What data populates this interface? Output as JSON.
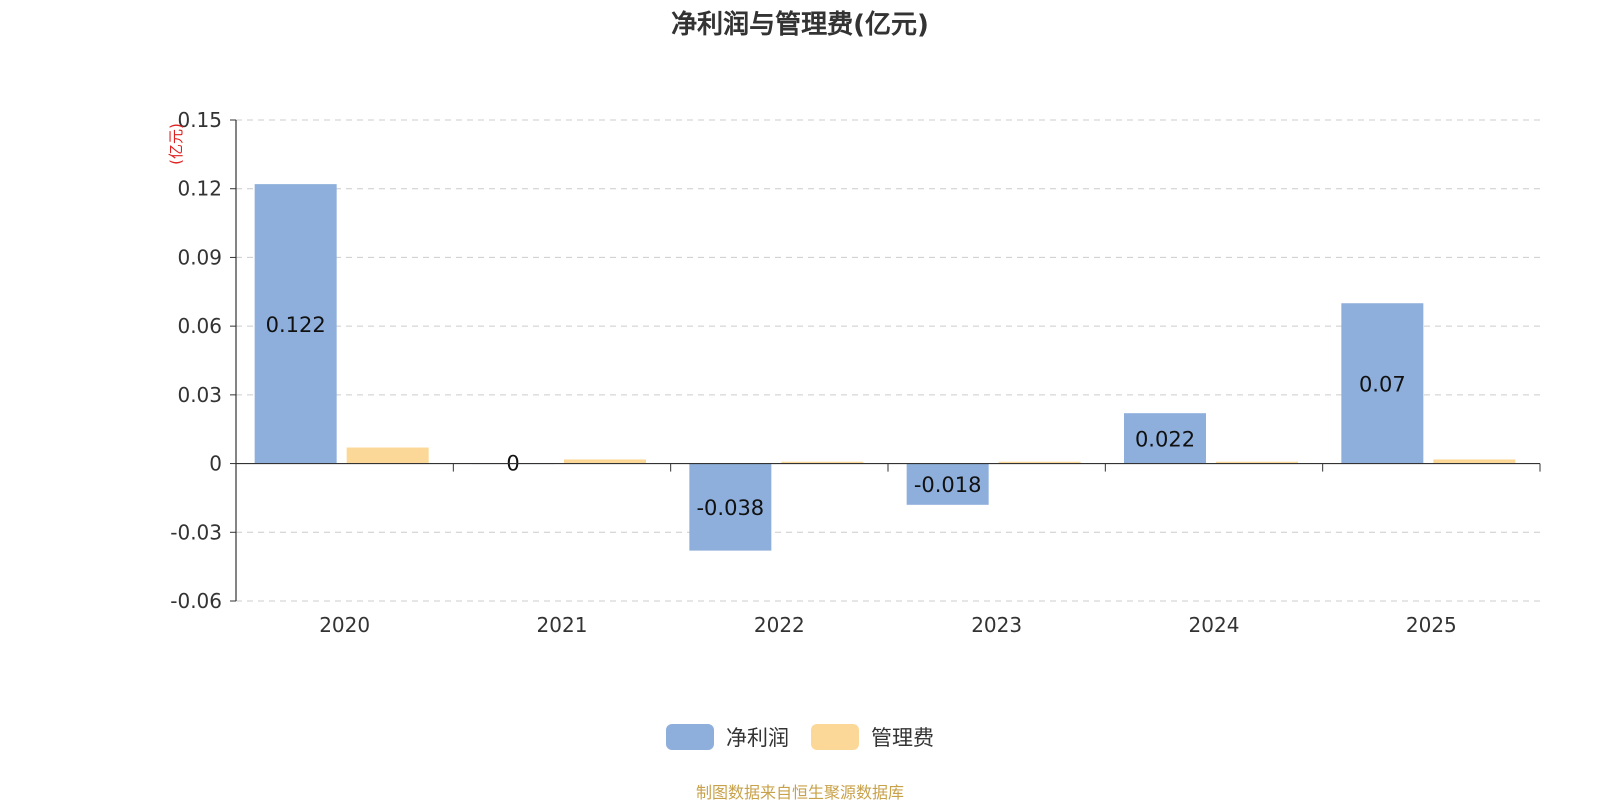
{
  "chart_data": {
    "type": "bar",
    "title": "净利润与管理费(亿元)",
    "unit_label": "(亿元)",
    "categories": [
      "2020",
      "2021",
      "2022",
      "2023",
      "2024",
      "2025"
    ],
    "series": [
      {
        "name": "净利润",
        "color": "#8eafdc",
        "values": [
          0.122,
          0,
          -0.038,
          -0.018,
          0.022,
          0.07
        ],
        "labels": [
          "0.122",
          "0",
          "-0.038",
          "-0.018",
          "0.022",
          "0.07"
        ]
      },
      {
        "name": "管理费",
        "color": "#fcd898",
        "values": [
          0.007,
          0.0018,
          0.0008,
          0.0008,
          0.0008,
          0.0018
        ]
      }
    ],
    "ylim": [
      -0.06,
      0.15
    ],
    "yticks": [
      "-0.06",
      "-0.03",
      "0",
      "0.03",
      "0.06",
      "0.09",
      "0.12",
      "0.15"
    ],
    "grid": true,
    "legend_position": "bottom-center"
  },
  "source_note": "制图数据来自恒生聚源数据库"
}
